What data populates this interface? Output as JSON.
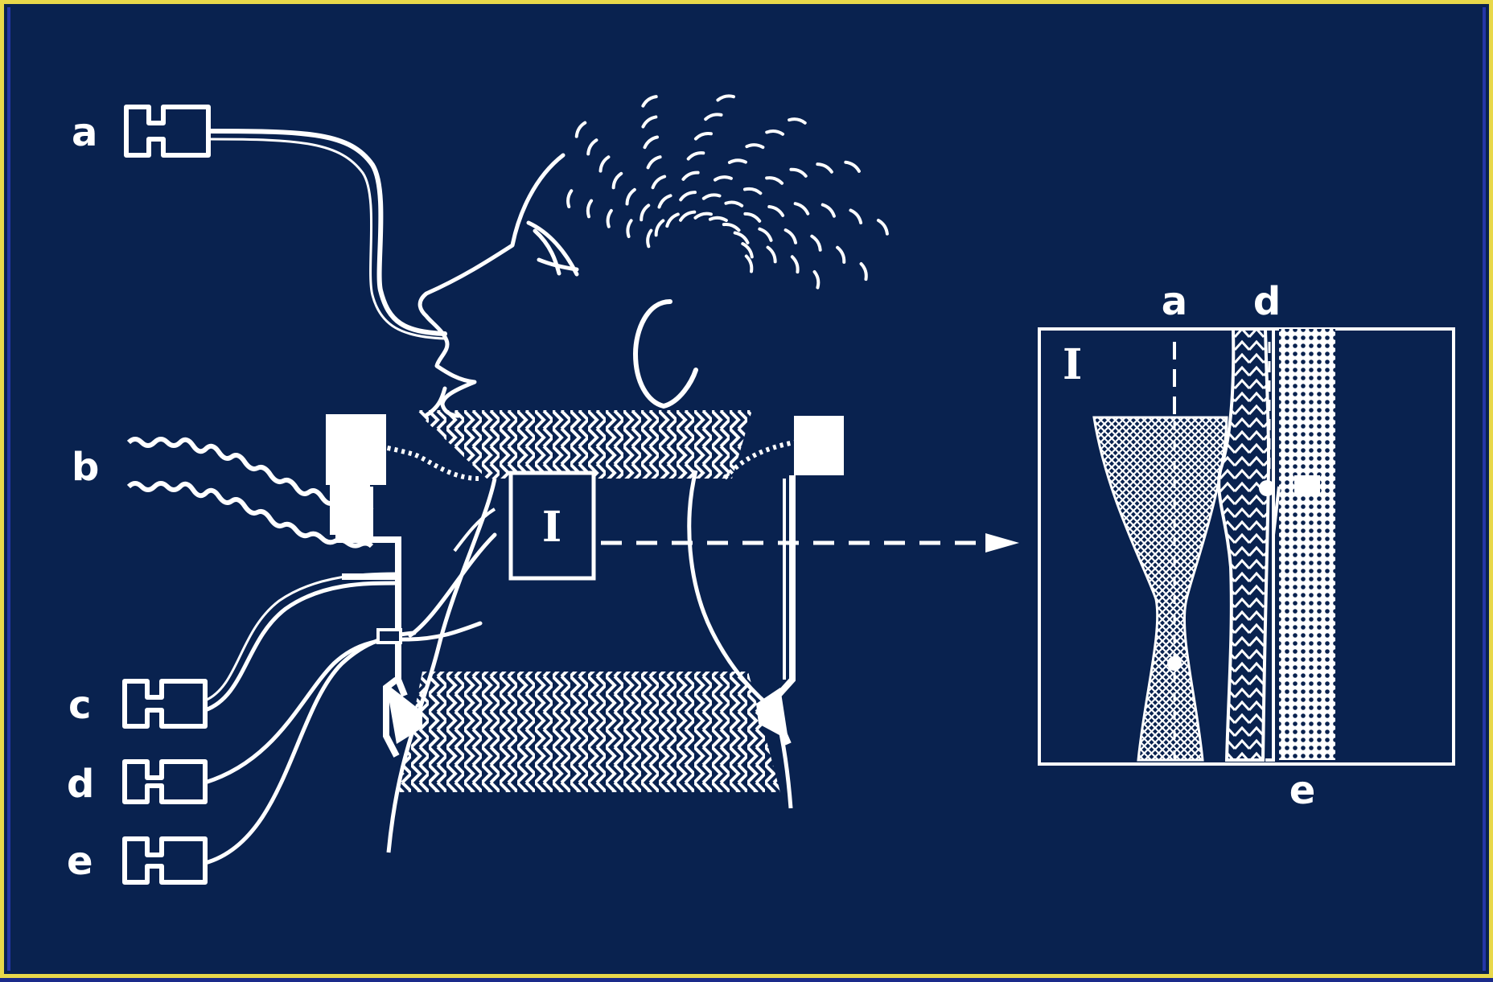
{
  "left_labels": {
    "a": "a",
    "b": "b",
    "c": "c",
    "d": "d",
    "e": "e"
  },
  "window_label": "I",
  "inset": {
    "panel_label": "I",
    "label_a": "a",
    "label_d": "d",
    "label_e": "e"
  },
  "colors": {
    "background": "#09224f",
    "line": "#ffffff",
    "border": "#e8d84a"
  },
  "icons": [
    "connector-icon",
    "arrow-icon"
  ]
}
